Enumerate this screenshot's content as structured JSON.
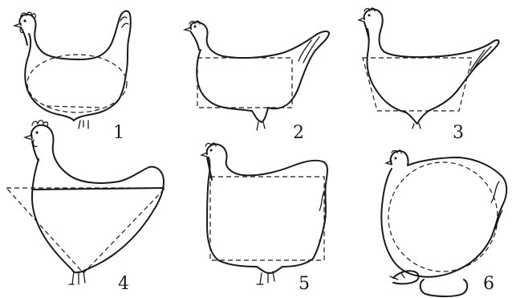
{
  "figures": [
    {
      "number": "1",
      "body_shape": "ellipse"
    },
    {
      "number": "2",
      "body_shape": "rectangle"
    },
    {
      "number": "3",
      "body_shape": "trapezoid"
    },
    {
      "number": "4",
      "body_shape": "inverted-triangle"
    },
    {
      "number": "5",
      "body_shape": "rectangle"
    },
    {
      "number": "6",
      "body_shape": "circle"
    }
  ]
}
